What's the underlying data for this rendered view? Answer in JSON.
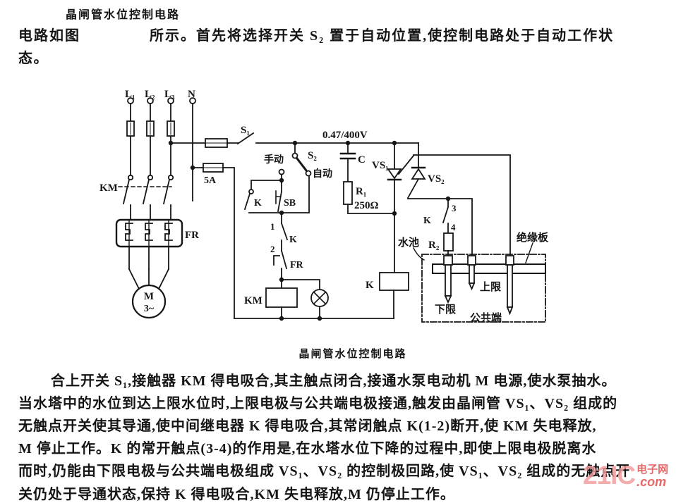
{
  "page": {
    "bg": "#ffffff"
  },
  "header": {
    "title": "晶闸管水位控制电路",
    "line2_lead": "电路如图",
    "line2_rest": "所示。首先将选择开关 S₂ 置于自动位置,使控制电路处于自动工作状",
    "line3": "态。"
  },
  "figure": {
    "caption": "晶闸管水位控制电路",
    "labels": {
      "l1": "L₁",
      "l2": "L₂",
      "l3": "L₃",
      "n": "N",
      "km": "KM",
      "fr": "FR",
      "motor_m": "M",
      "motor_ph": "3~",
      "s1": "S₁",
      "fuse_5a": "5A",
      "manual": "手动",
      "s2": "S₂",
      "auto": "自动",
      "k_aux": "K",
      "sb": "SB",
      "cap_rating": "0.47/400V",
      "c": "C",
      "r1": "R₁",
      "r1_val": "250Ω",
      "vs1": "VS₁",
      "vs2": "VS₂",
      "k12_1": "1",
      "k12_k": "K",
      "k12_2": "2",
      "fr_contact": "FR",
      "km_coil": "KM",
      "k_coil": "K",
      "k34_3": "3",
      "k34_k": "K",
      "k34_4": "4",
      "r2": "R₂",
      "pool": "水池",
      "board": "绝缘板",
      "lower": "下限",
      "upper": "上限",
      "common": "公共端"
    }
  },
  "body": {
    "lines": [
      "合上开关 S₁,接触器 KM 得电吸合,其主触点闭合,接通水泵电动机 M 电源,使水泵抽水。",
      "当水塔中的水位到达上限水位时,上限电极与公共端电极接通,触发由晶闸管 VS₁、VS₂ 组成的",
      "无触点开关使其导通,使中间继电器 K 得电吸合,其常闭触点 K(1-2)断开,使 KM 失电释放,",
      "M 停止工作。K 的常开触点(3-4)的作用是,在水塔水位下降的过程中,即使上限电极脱离水",
      "而时,仍能由下限电极与公共端电极组成 VS₁、VS₂ 的控制极回路,使 VS₁、VS₂ 组成的无触点开",
      "关仍处于导通状态,保持 K 得电吸合,KM 失电释放,M 仍停止工作。"
    ]
  },
  "watermark": {
    "brand": "21IC",
    "site": "电子网",
    "dotcom": ".com",
    "color_brand": "#f19c9c",
    "color_accent": "#e04848"
  }
}
